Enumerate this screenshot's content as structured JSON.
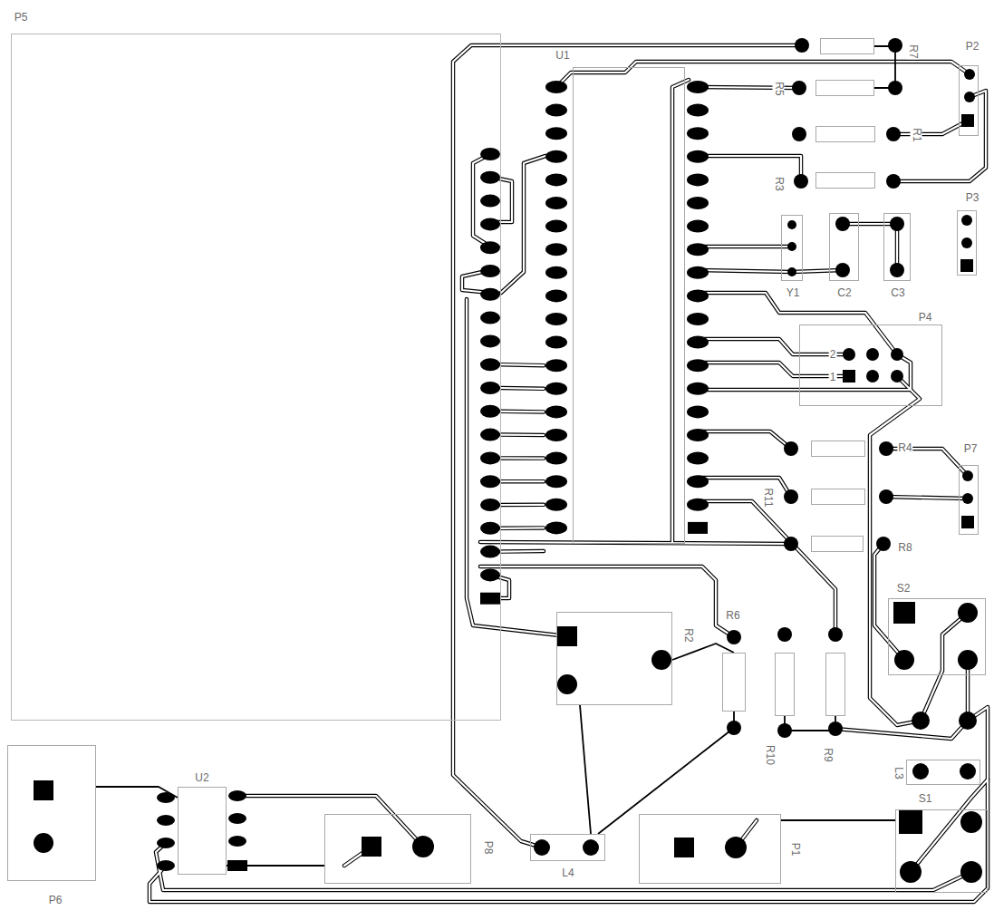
{
  "diagram": {
    "nodes": [
      {
        "text": [
          "P5"
        ]
      },
      {
        "text": [
          "U1"
        ]
      },
      {
        "text": [
          "R7"
        ]
      },
      {
        "text": [
          "P2"
        ]
      },
      {
        "text": [
          "R5"
        ]
      },
      {
        "text": [
          "R1"
        ]
      },
      {
        "text": [
          "R3"
        ]
      },
      {
        "text": [
          "P3"
        ]
      },
      {
        "text": [
          "Y1"
        ]
      },
      {
        "text": [
          "C2"
        ]
      },
      {
        "text": [
          "C3"
        ]
      },
      {
        "text": [
          "P4",
          "2",
          "1"
        ]
      },
      {
        "text": [
          "R4"
        ]
      },
      {
        "text": [
          "P7"
        ]
      },
      {
        "text": [
          "R11"
        ]
      },
      {
        "text": [
          "R8"
        ]
      },
      {
        "text": [
          "S2"
        ]
      },
      {
        "text": [
          "R2"
        ]
      },
      {
        "text": [
          "R6"
        ]
      },
      {
        "text": [
          "R10"
        ]
      },
      {
        "text": [
          "R9"
        ]
      },
      {
        "text": [
          "L3"
        ]
      },
      {
        "text": [
          "S1"
        ]
      },
      {
        "text": [
          "P6"
        ]
      },
      {
        "text": [
          "U2"
        ]
      },
      {
        "text": [
          "P8"
        ]
      },
      {
        "text": [
          "L4"
        ]
      },
      {
        "text": [
          "P1"
        ]
      }
    ],
    "edges": [
      {
        "from": 2,
        "to": 4,
        "arrow": "none"
      },
      {
        "from": 19,
        "to": 20,
        "arrow": "none"
      },
      {
        "from": 17,
        "to": 18,
        "arrow": "none"
      },
      {
        "from": 17,
        "to": 26,
        "arrow": "none"
      },
      {
        "from": 26,
        "to": 18,
        "arrow": "none"
      },
      {
        "from": 23,
        "to": 24,
        "arrow": "none"
      },
      {
        "from": 24,
        "to": 25,
        "arrow": "none"
      },
      {
        "from": 27,
        "to": 22,
        "arrow": "none"
      }
    ]
  }
}
